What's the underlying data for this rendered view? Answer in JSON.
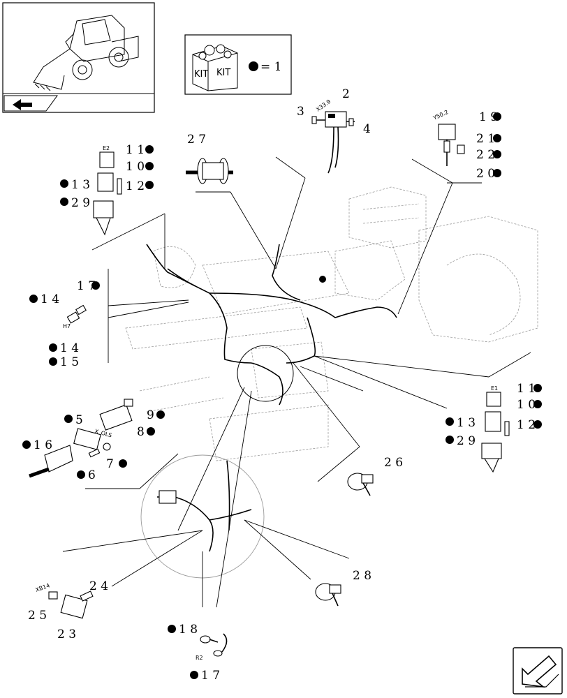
{
  "kit_legend": {
    "label_left": "KIT",
    "label_right": "KIT",
    "equals": "= 1"
  },
  "connector_labels": {
    "x33_9": "X33.9",
    "y50_2": "Y50.2",
    "e2": "E2",
    "e1": "E1",
    "h7": "H7",
    "x_ols": "X_OLS",
    "xb14": "XB14",
    "r2": "R2"
  },
  "callouts": {
    "c2_top": "2",
    "c3_top": "3",
    "c4_top": "4",
    "c19_top": "1 9",
    "c21_top": "2 1",
    "c22_top": "2 2",
    "c20_top": "2 0",
    "c27": "2 7",
    "c11_l": "1 1",
    "c10_l": "1 0",
    "c13_l": "1 3",
    "c12_l": "1 2",
    "c29_l": "2 9",
    "c17_l": "1 7",
    "c14_a": "1 4",
    "c14_b": "1 4",
    "c15": "1 5",
    "c9": "9",
    "c5": "5",
    "c8": "8",
    "c16": "1 6",
    "c6": "6",
    "c7": "7",
    "c11_r": "1 1",
    "c10_r": "1 0",
    "c13_r": "1 3",
    "c12_r": "1 2",
    "c29_r": "2 9",
    "c26": "2 6",
    "c28": "2 8",
    "c24": "2 4",
    "c25": "2 5",
    "c23": "2 3",
    "c18": "1 8",
    "c17_b": "1 7"
  }
}
